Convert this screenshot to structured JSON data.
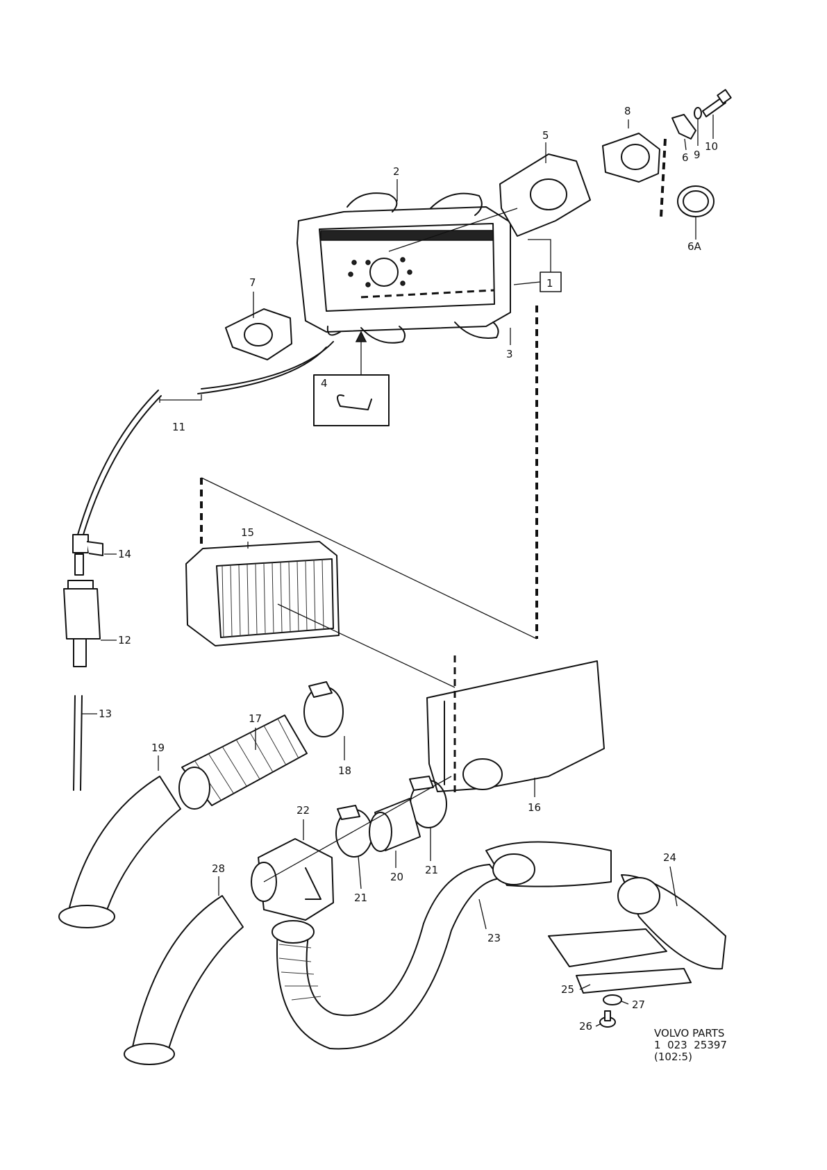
{
  "diagram": {
    "callouts": {
      "c1": "1",
      "c2": "2",
      "c3": "3",
      "c4": "4",
      "c5": "5",
      "c6": "6",
      "c6a": "6A",
      "c7": "7",
      "c8": "8",
      "c9": "9",
      "c10": "10",
      "c11": "11",
      "c12": "12",
      "c13": "13",
      "c14": "14",
      "c15": "15",
      "c16": "16",
      "c17": "17",
      "c18": "18",
      "c19": "19",
      "c20": "20",
      "c21a": "21",
      "c21b": "21",
      "c22": "22",
      "c23": "23",
      "c24": "24",
      "c25": "25",
      "c26": "26",
      "c27": "27",
      "c28": "28"
    },
    "credit": {
      "line1": "VOLVO PARTS",
      "line2": "1  023  25397",
      "line3": "(102:5)"
    }
  }
}
